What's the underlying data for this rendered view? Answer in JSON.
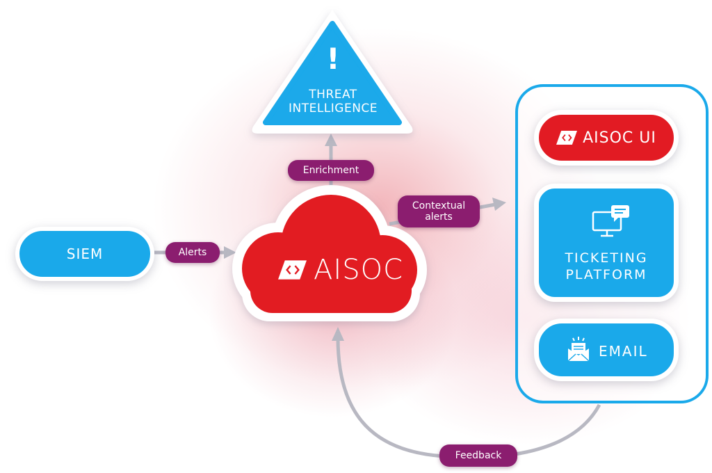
{
  "nodes": {
    "siem": "SIEM",
    "aisoc": "AISOC",
    "threat_intel": [
      "THREAT",
      "INTELLIGENCE"
    ],
    "threat_symbol": "!",
    "aisoc_ui": "AISOC UI",
    "ticketing": [
      "TICKETING",
      "PLATFORM"
    ],
    "email": "EMAIL"
  },
  "edges": {
    "alerts": "Alerts",
    "enrichment": "Enrichment",
    "contextual_alerts": [
      "Contextual",
      "alerts"
    ],
    "feedback": "Feedback"
  },
  "colors": {
    "brand_red": "#e21b23",
    "brand_blue": "#1aa9ea",
    "tag_purple": "#8b1d6f"
  },
  "icons": {
    "logo": "code-brackets-logo-icon",
    "ticketing": "monitor-chat-icon",
    "email": "envelope-icon"
  }
}
